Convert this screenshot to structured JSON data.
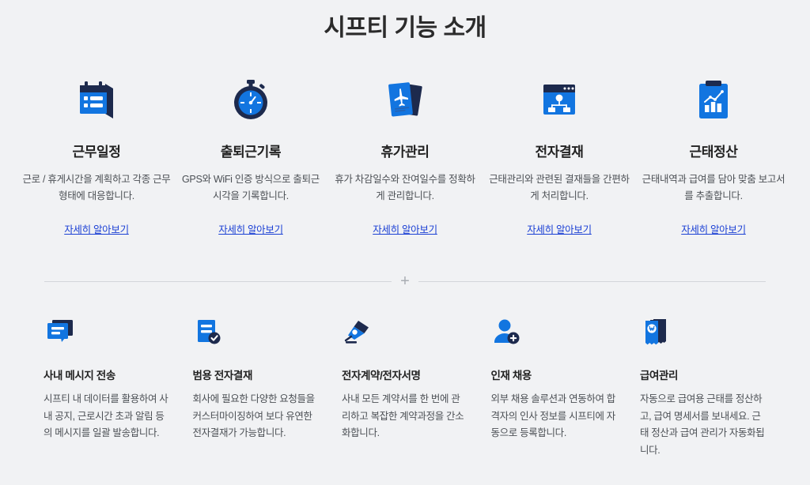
{
  "header": {
    "title": "시프티 기능 소개"
  },
  "primary_features": [
    {
      "icon": "calendar-schedule-icon",
      "title": "근무일정",
      "description": "근로 / 휴게시간을 계획하고 각종 근무형태에 대응합니다.",
      "link_label": "자세히 알아보기"
    },
    {
      "icon": "stopwatch-icon",
      "title": "출퇴근기록",
      "description": "GPS와 WiFi 인증 방식으로 출퇴근 시각을 기록합니다.",
      "link_label": "자세히 알아보기"
    },
    {
      "icon": "boarding-pass-icon",
      "title": "휴가관리",
      "description": "휴가 차감일수와 잔여일수를 정확하게 관리합니다.",
      "link_label": "자세히 알아보기"
    },
    {
      "icon": "org-chart-window-icon",
      "title": "전자결재",
      "description": "근태관리와 관련된 결재들을 간편하게 처리합니다.",
      "link_label": "자세히 알아보기"
    },
    {
      "icon": "clipboard-chart-icon",
      "title": "근태정산",
      "description": "근태내역과 급여를 담아 맞춤 보고서를 추출합니다.",
      "link_label": "자세히 알아보기"
    }
  ],
  "divider": {
    "symbol": "+"
  },
  "secondary_features": [
    {
      "icon": "chat-bubble-icon",
      "title": "사내 메시지 전송",
      "description": "시프티 내 데이터를 활용하여 사내 공지, 근로시간 초과 알림 등의 메시지를 일괄 발송합니다."
    },
    {
      "icon": "document-check-icon",
      "title": "범용 전자결재",
      "description": "회사에 필요한 다양한 요청들을 커스터마이징하여 보다 유연한 전자결재가 가능합니다."
    },
    {
      "icon": "pen-nib-icon",
      "title": "전자계약/전자서명",
      "description": "사내 모든 계약서를 한 번에 관리하고 복잡한 계약과정을 간소화합니다."
    },
    {
      "icon": "user-add-icon",
      "title": "인재 채용",
      "description": "외부 채용 솔루션과 연동하여 합격자의 인사 정보를 시프티에 자동으로 등록합니다."
    },
    {
      "icon": "payroll-receipt-icon",
      "title": "급여관리",
      "description": "자동으로 급여용 근태를 정산하고, 급여 명세서를 보내세요. 근태 정산과 급여 관리가 자동화됩니다."
    }
  ],
  "colors": {
    "background": "#f1f2f4",
    "brand_blue": "#1275e0",
    "brand_navy": "#1d2a4d",
    "link_blue": "#1a3fd4",
    "text_primary": "#222222",
    "text_secondary": "#4c5055",
    "divider": "#d4d6da"
  }
}
